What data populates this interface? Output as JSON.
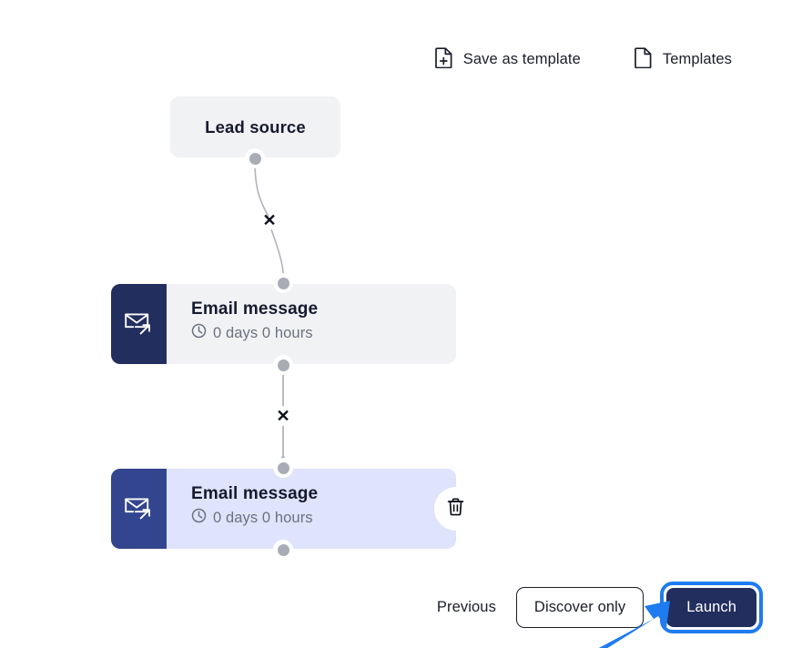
{
  "toolbar": {
    "save_template": {
      "label": "Save as template",
      "icon": "document-plus-icon"
    },
    "templates": {
      "label": "Templates",
      "icon": "document-icon"
    }
  },
  "flow": {
    "nodes": [
      {
        "id": "lead-source",
        "type": "trigger",
        "title": "Lead source",
        "selected": false,
        "bg": "#f1f2f4"
      },
      {
        "id": "email-1",
        "type": "email",
        "title": "Email message",
        "delay": "0 days 0 hours",
        "icon": "email-send-icon",
        "delay_icon": "clock-icon",
        "selected": false,
        "icon_bg": "#222e5e",
        "bg": "#f1f2f4"
      },
      {
        "id": "email-2",
        "type": "email",
        "title": "Email message",
        "delay": "0 days 0 hours",
        "icon": "email-send-icon",
        "delay_icon": "clock-icon",
        "selected": true,
        "icon_bg": "#32458e",
        "bg": "#dfe3fb",
        "delete_icon": "trash-icon"
      }
    ],
    "edges": [
      {
        "id": "edge-1",
        "from": "lead-source",
        "to": "email-1",
        "delete_glyph": "✕"
      },
      {
        "id": "edge-2",
        "from": "email-1",
        "to": "email-2",
        "delete_glyph": "✕"
      }
    ]
  },
  "footer": {
    "previous_label": "Previous",
    "discover_label": "Discover only",
    "launch_label": "Launch",
    "launch_focus_color": "#1e7bf0"
  },
  "annotation": {
    "arrow_color": "#1e7bf0",
    "target": "launch-button"
  }
}
